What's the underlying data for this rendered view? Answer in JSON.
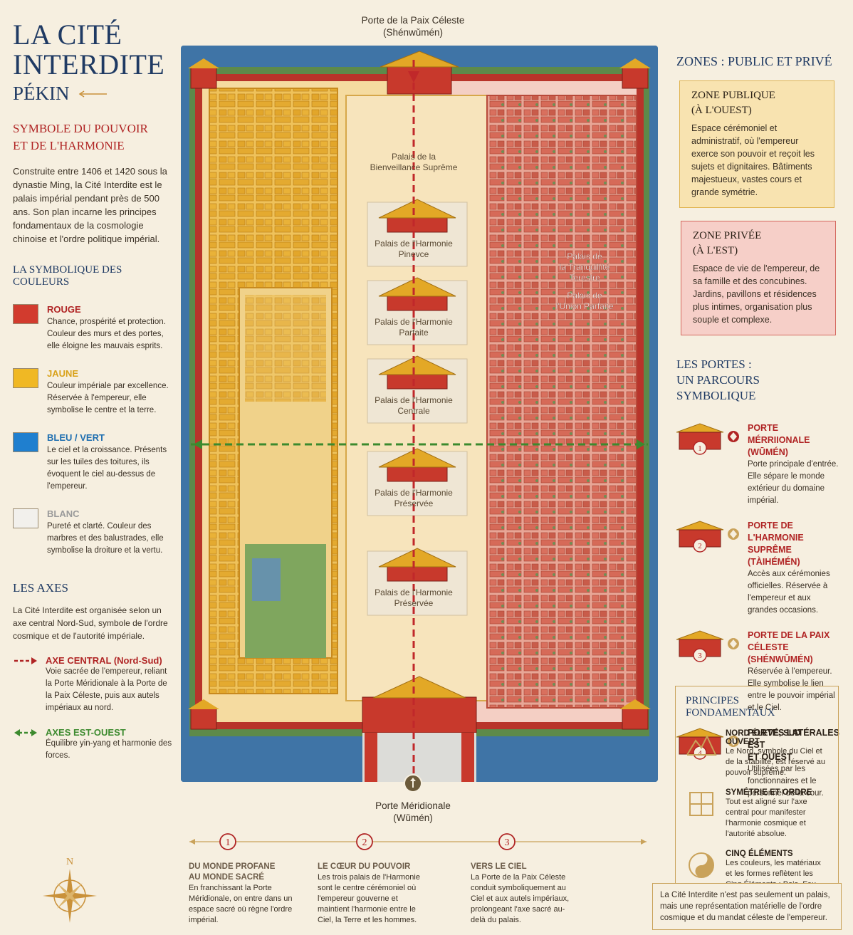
{
  "header": {
    "title_line1": "LA CITÉ",
    "title_line2": "INTERDITE",
    "subtitle": "PÉKIN"
  },
  "intro": {
    "heading_line1": "SYMBOLE DU POUVOIR",
    "heading_line2": "ET DE L'HARMONIE",
    "text": "Construite entre 1406 et 1420 sous la dynastie Ming, la Cité Interdite est le palais impérial pendant près de 500 ans. Son plan incarne les principes fondamentaux de la cosmologie chinoise et l'ordre politique impérial."
  },
  "colors": {
    "heading": "LA SYMBOLIQUE DES COULEURS",
    "items": [
      {
        "name": "ROUGE",
        "name_color": "#b02424",
        "swatch": "#d23b2e",
        "desc": "Chance, prospérité et protection. Couleur des murs et des portes, elle éloigne les mauvais esprits."
      },
      {
        "name": "JAUNE",
        "name_color": "#d9a21a",
        "swatch": "#f0b824",
        "desc": "Couleur impériale par excellence. Réservée à l'empereur, elle symbolise le centre et la terre."
      },
      {
        "name": "BLEU / VERT",
        "name_color": "#1f6fb0",
        "swatch": "#1f7fcf",
        "desc": "Le ciel et la croissance. Présents sur les tuiles des toitures, ils évoquent le ciel au-dessus de l'empereur."
      },
      {
        "name": "BLANC",
        "name_color": "#9a9a9a",
        "swatch": "#f2f0ec",
        "desc": "Pureté et clarté. Couleur des marbres et des balustrades, elle symbolise la droiture et la vertu."
      }
    ]
  },
  "axes": {
    "heading": "LES AXES",
    "text": "La Cité Interdite est organisée selon un axe central Nord-Sud, symbole de l'ordre cosmique et de l'autorité impériale.",
    "items": [
      {
        "name": "AXE CENTRAL (Nord-Sud)",
        "color": "#b02424",
        "desc": "Voie sacrée de l'empereur, reliant la Porte Méridionale à la Porte de la Paix Céleste, puis aux autels impériaux au nord."
      },
      {
        "name": "AXES EST-OUEST",
        "color": "#3c8a2e",
        "desc": "Équilibre yin-yang et harmonie des forces."
      }
    ]
  },
  "map": {
    "top_gate": "Porte de la Paix Céleste",
    "top_gate_pinyin": "(Shénwǔmén)",
    "bottom_gate": "Porte Méridionale",
    "bottom_gate_pinyin": "(Wǔmén)",
    "palaces_central": [
      {
        "line1": "Palais de la",
        "line2": "Bienveillance Suprême"
      },
      {
        "line1": "Palais de l'Harmonie",
        "line2": "Pinevce"
      },
      {
        "line1": "Palais de l'Harmonie",
        "line2": "Parfaite"
      },
      {
        "line1": "Palais de l'Harmonie",
        "line2": "Centrale"
      },
      {
        "line1": "Palais de l'Harmonie",
        "line2": "Préservée"
      },
      {
        "line1": "Palais de l'Harmonie",
        "line2": "Préservée"
      }
    ],
    "palaces_east": [
      {
        "line1": "Palais de",
        "line2": "la Tranquillité",
        "line3": "Terestre"
      },
      {
        "line1": "Palais de",
        "line2": "l'Union Parfaite",
        "line3": ""
      }
    ],
    "colors": {
      "water": "#3f74a6",
      "yellow": "#e9b53a",
      "red": "#d2685a",
      "wall": "#b8342a",
      "axis_red": "#c0282a",
      "axis_green": "#3c8a2e"
    }
  },
  "zones": {
    "heading": "ZONES : PUBLIC ET PRIVÉ",
    "items": [
      {
        "title_line1": "ZONE PUBLIQUE",
        "title_line2": "(À L'OUEST)",
        "desc": "Espace cérémoniel et administratif, où l'empereur exerce son pouvoir et reçoit les sujets et dignitaires. Bâtiments majestueux, vastes cours et grande symétrie.",
        "bg": "#f8e3b0",
        "border": "#e0b450"
      },
      {
        "title_line1": "ZONE PRIVÉE",
        "title_line2": "(À L'EST)",
        "desc": "Espace de vie de l'empereur, de sa famille et des concubines. Jardins, pavillons et résidences plus intimes, organisation plus souple et complexe.",
        "bg": "#f6cfc8",
        "border": "#d46a60"
      }
    ]
  },
  "gates": {
    "heading_line1": "LES PORTES :",
    "heading_line2": "UN PARCOURS SYMBOLIQUE",
    "items": [
      {
        "num": "1",
        "name_line1": "PORTE MÉRRIIONALE",
        "name_line2": "(WŪMÉN)",
        "desc": "Porte principale d'entrée. Elle sépare le monde extérieur du domaine impérial.",
        "badge": "#b02424",
        "red": true
      },
      {
        "num": "2",
        "name_line1": "PORTE DE L'HARMONIE",
        "name_line2": "SUPRÊME (TÀIHÉMÉN)",
        "desc": "Accès aux cérémonies officielles. Réservée à l'empereur et aux grandes occasions.",
        "badge": "#c9a25a",
        "red": true
      },
      {
        "num": "3",
        "name_line1": "PORTE DE LA PAIX CÉLESTE",
        "name_line2": "(SHÉNWŪMÉN)",
        "desc": "Réservée à l'empereur. Elle symbolise le lien entre le pouvoir impérial et le Ciel.",
        "badge": "#c9a25a",
        "red": true
      },
      {
        "num": "4",
        "name_line1": "PORTES LATÉRALES EST",
        "name_line2": "ET OUEST",
        "desc": "Utilisées par les fonctionnaires et le personnel de la cour.",
        "badge": "#c9a25a",
        "red": false
      }
    ]
  },
  "principles": {
    "heading": "PRINCIPES FONDAMENTAUX",
    "items": [
      {
        "icon": "mountain-icon",
        "name": "NORD ÉLEVÉ, SUD OUVERT",
        "desc": "Le Nord, symbole du Ciel et de la stabilité, est réservé au pouvoir suprême."
      },
      {
        "icon": "grid-icon",
        "name": "SYMÉTRIE ET ORDRE",
        "desc": "Tout est aligné sur l'axe central pour manifester l'harmonie cosmique et l'autorité absolue."
      },
      {
        "icon": "yin-yang-icon",
        "name": "CINQ ÉLÉMENTS",
        "desc": "Les couleurs, les matériaux et les formes reflètent les Cinq Éléments : Bois, Feu, Terre, Métal, Eau."
      }
    ],
    "note": "La Cité Interdite n'est pas seulement un palais, mais une représentation matérielle de l'ordre cosmique et du mandat céleste de l'empereur."
  },
  "timeline": {
    "steps": [
      {
        "num": "1",
        "name_line1": "DU MONDE PROFANE",
        "name_line2": "AU MONDE SACRÉ",
        "desc": "En franchissant la Porte Méridionale, on entre dans un espace sacré où règne l'ordre impérial."
      },
      {
        "num": "2",
        "name_line1": "LE CŒUR DU POUVOIR",
        "name_line2": "",
        "desc": "Les trois palais de l'Harmonie sont le centre cérémoniel où l'empereur gouverne et maintient l'harmonie entre le Ciel, la Terre et les hommes."
      },
      {
        "num": "3",
        "name_line1": "VERS LE CIEL",
        "name_line2": "",
        "desc": "La Porte de la Paix Céleste conduit symboliquement au Ciel et aux autels impériaux, prolongeant l'axe sacré au-delà du palais."
      }
    ]
  },
  "compass": {
    "north": "N"
  }
}
